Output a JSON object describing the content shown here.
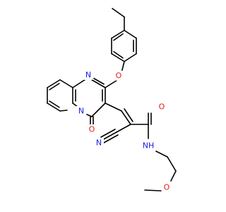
{
  "molecule": {
    "atoms": [
      {
        "id": "O1",
        "label": "O"
      },
      {
        "id": "N1",
        "label": "N"
      },
      {
        "id": "N2",
        "label": "N"
      },
      {
        "id": "O2",
        "label": "O"
      },
      {
        "id": "N3",
        "label": "N"
      },
      {
        "id": "O3",
        "label": "O"
      },
      {
        "id": "NH",
        "label": "NH"
      },
      {
        "id": "O4",
        "label": "O"
      }
    ],
    "colors": {
      "carbon": "#000000",
      "nitrogen": "#1a1ae6",
      "oxygen": "#e61a1a"
    }
  }
}
